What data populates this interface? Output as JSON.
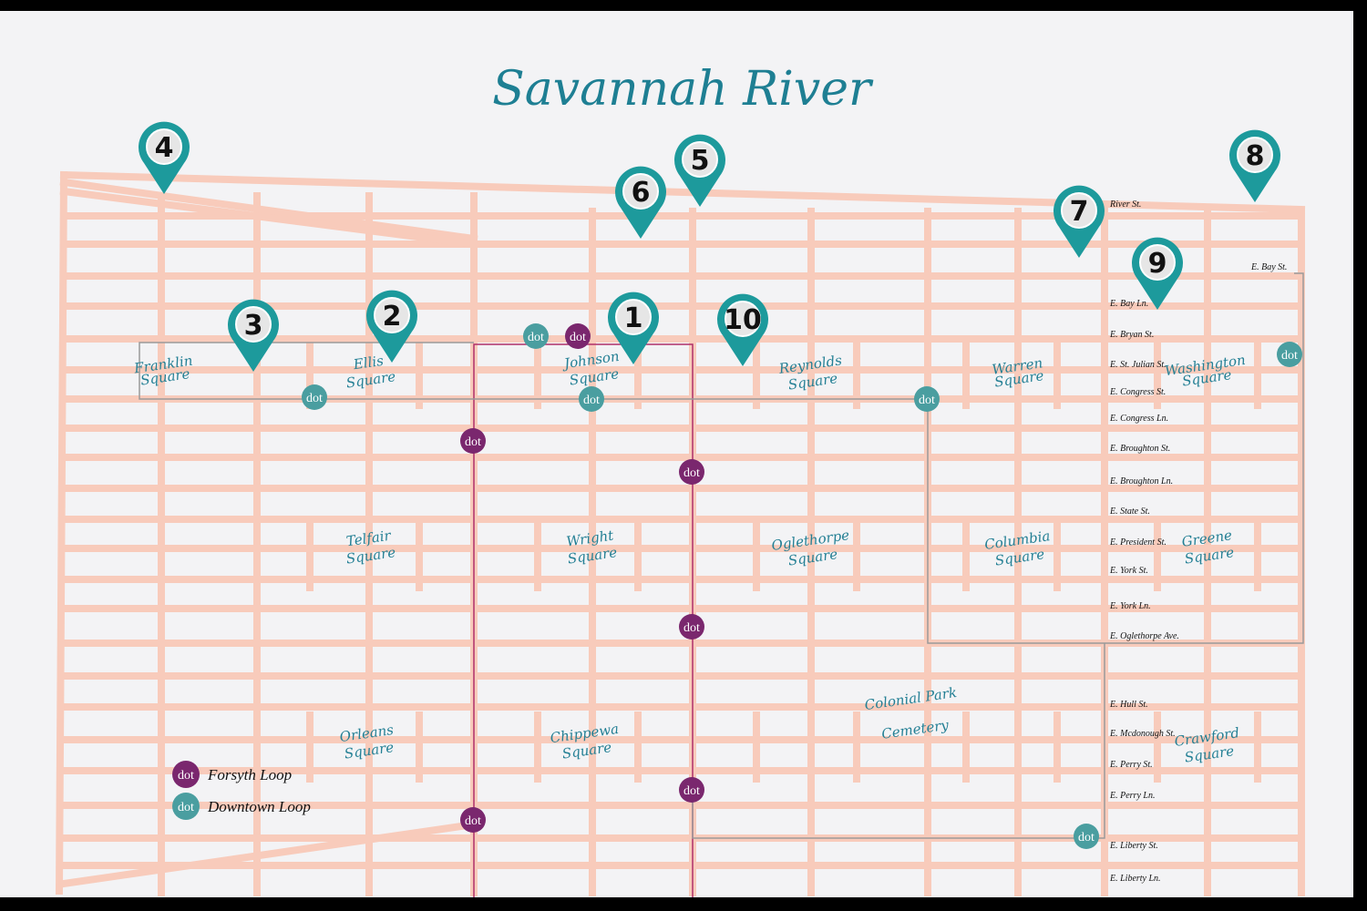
{
  "title": "Savannah River",
  "colors": {
    "background": "#f3f3f5",
    "road": "#f8cbbb",
    "teal": "#1d9a9c",
    "purple": "#7a276e",
    "downtown_dot": "#4a9ea0",
    "route_gray": "#9a9a9a",
    "label": "#237f94"
  },
  "pins": [
    "1",
    "2",
    "3",
    "4",
    "5",
    "6",
    "7",
    "8",
    "9",
    "10"
  ],
  "squares": [
    "Franklin Square",
    "Ellis Square",
    "Johnson Square",
    "Reynolds Square",
    "Warren Square",
    "Washington Square",
    "Telfair Square",
    "Wright Square",
    "Oglethorpe Square",
    "Columbia Square",
    "Greene Square",
    "Orleans Square",
    "Chippewa Square",
    "Crawford Square"
  ],
  "landmark": "Colonial Park Cemetery",
  "streets": [
    "River St.",
    "E. Bay St.",
    "E. Bay Ln.",
    "E. Bryan St.",
    "E. St. Julian St.",
    "E. Congress St.",
    "E. Congress Ln.",
    "E. Broughton St.",
    "E. Broughton Ln.",
    "E. State St.",
    "E. President St.",
    "E. York St.",
    "E. York Ln.",
    "E. Oglethorpe Ave.",
    "E. Hull St.",
    "E. Mcdonough St.",
    "E. Perry St.",
    "E. Perry Ln.",
    "E. Liberty St.",
    "E. Liberty Ln."
  ],
  "dot_label": "dot",
  "legend": [
    {
      "label": "Forsyth Loop",
      "route": "forsyth",
      "color": "#7a276e"
    },
    {
      "label": "Downtown Loop",
      "route": "downtown",
      "color": "#4a9ea0"
    }
  ]
}
